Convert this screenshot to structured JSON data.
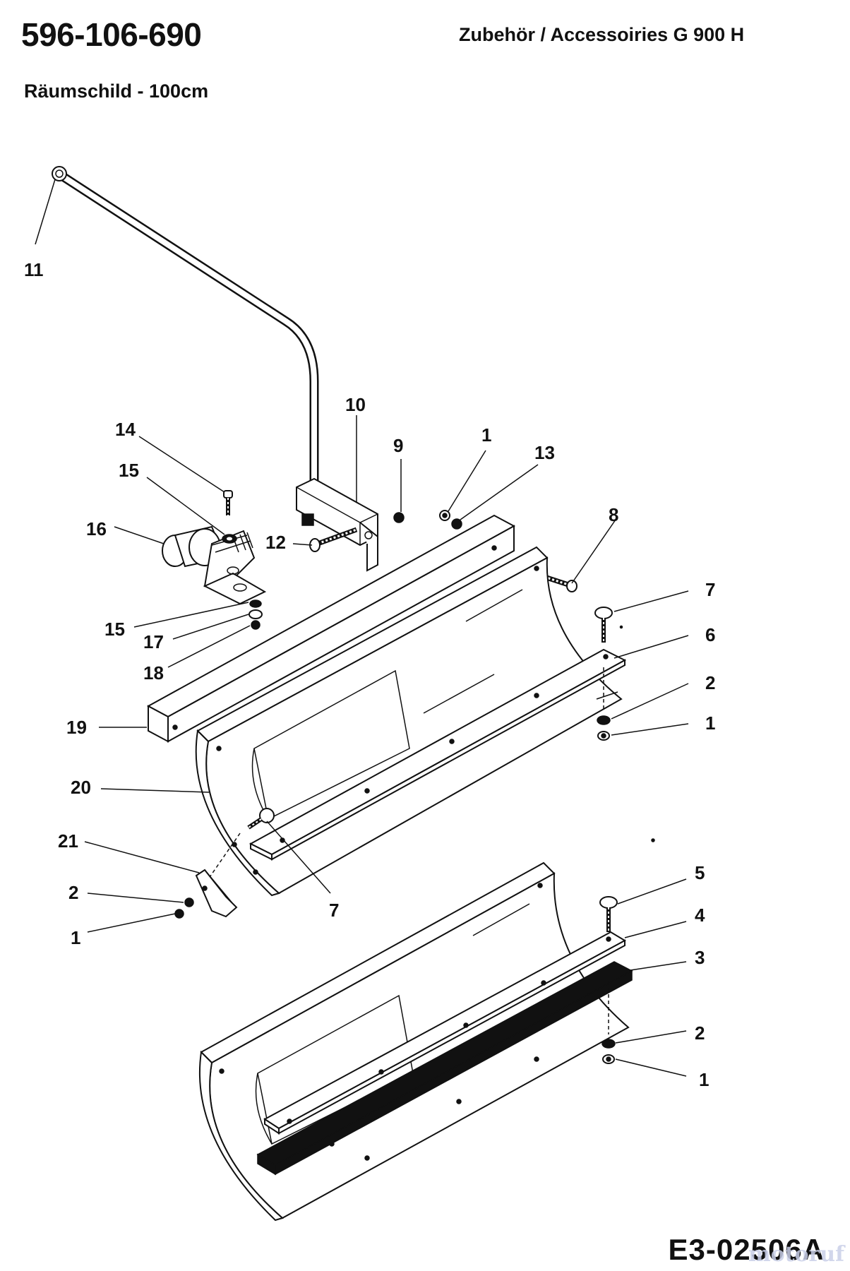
{
  "header": {
    "part_number": "596-106-690",
    "section_title": "Zubehör / Accessoiries G 900 H",
    "subtitle": "Räumschild - 100cm"
  },
  "footer": {
    "drawing_code": "E3-02506A",
    "watermark": "motoruf"
  },
  "callouts": {
    "c11": "11",
    "c10": "10",
    "c9": "9",
    "c1a": "1",
    "c13": "13",
    "c14": "14",
    "c15a": "15",
    "c16": "16",
    "c12": "12",
    "c8": "8",
    "c7a": "7",
    "c6": "6",
    "c15b": "15",
    "c17": "17",
    "c18": "18",
    "c2a": "2",
    "c1b": "1",
    "c19": "19",
    "c20": "20",
    "c21": "21",
    "c2b": "2",
    "c1c": "1",
    "c7b": "7",
    "c5": "5",
    "c4": "4",
    "c3": "3",
    "c2c": "2",
    "c1d": "1"
  }
}
